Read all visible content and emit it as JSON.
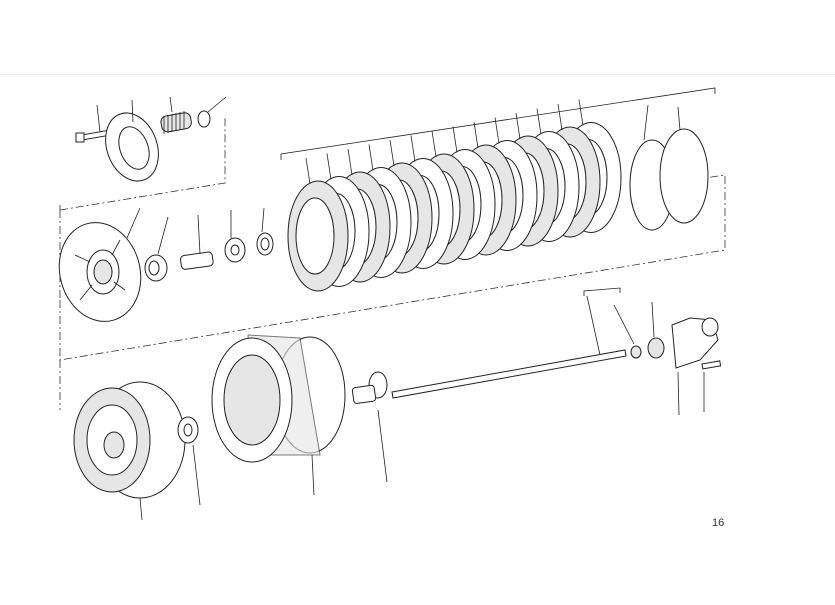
{
  "page": {
    "number": "16"
  },
  "diagram": {
    "type": "exploded clutch assembly",
    "plate_count": 14
  }
}
